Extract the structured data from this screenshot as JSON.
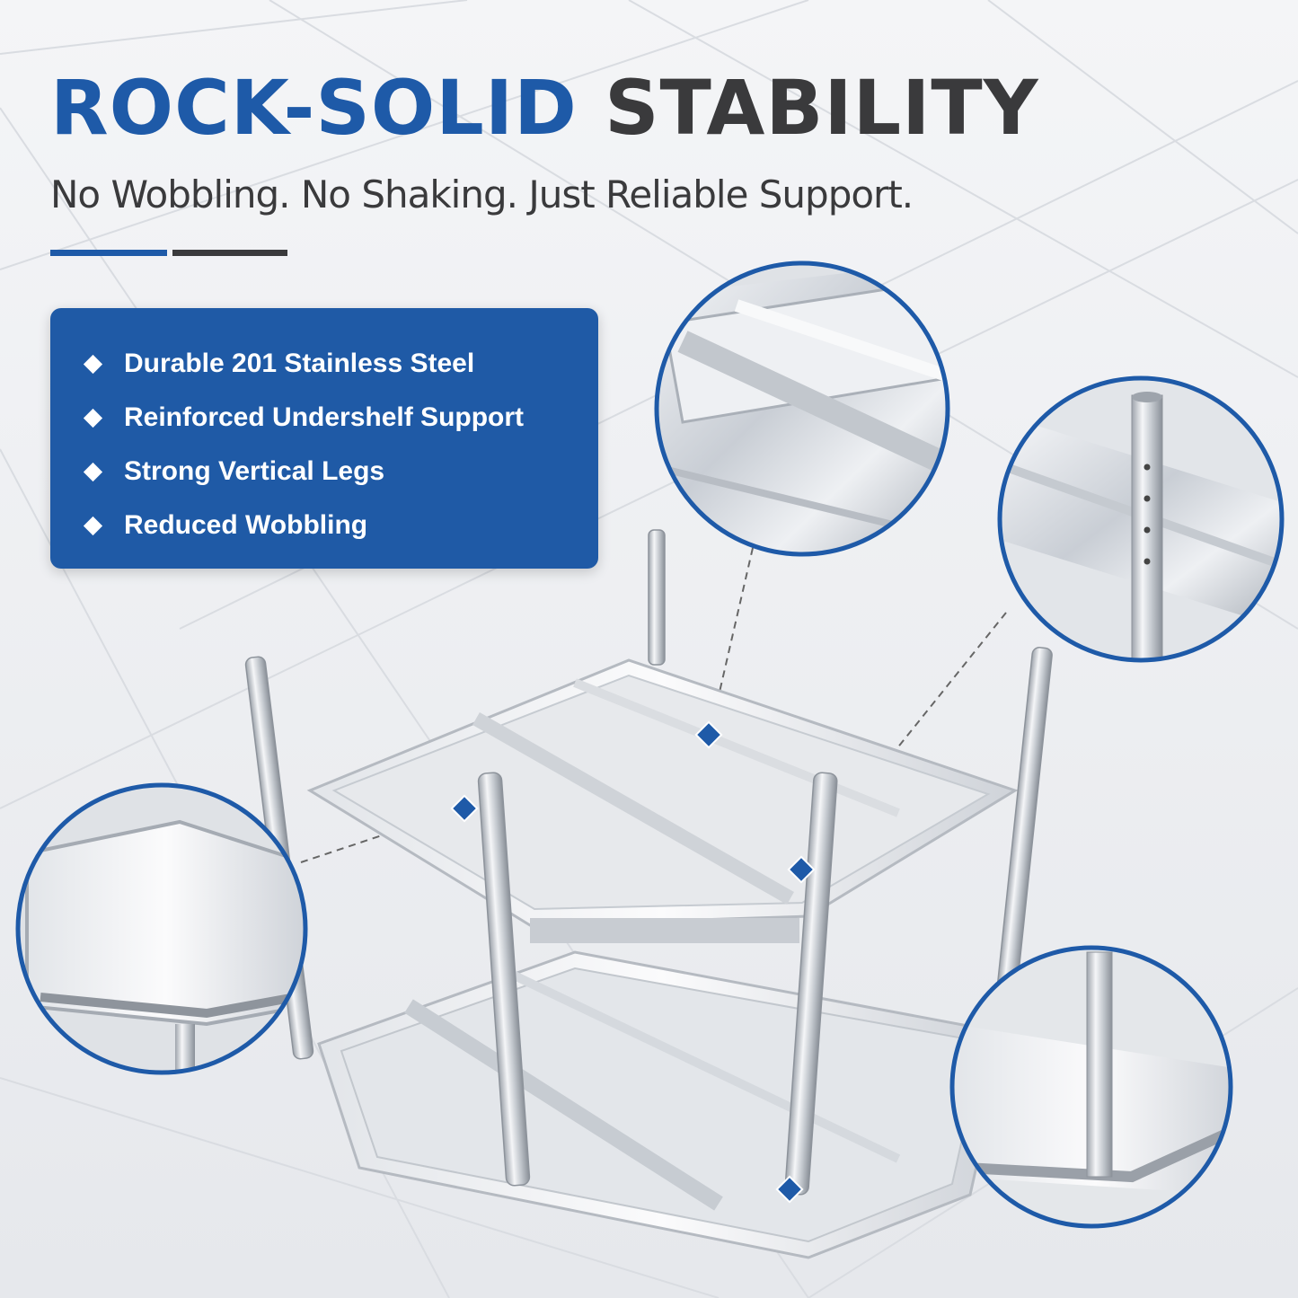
{
  "header": {
    "title_accent": "ROCK-SOLID",
    "title_main": "STABILITY",
    "subtitle": "No Wobbling. No Shaking. Just Reliable Support."
  },
  "features": [
    "Durable 201 Stainless Steel",
    "Reinforced Undershelf Support",
    "Strong Vertical Legs",
    "Reduced Wobbling"
  ],
  "colors": {
    "brand_blue": "#1e5aa8",
    "dark_gray": "#3a3a3c",
    "background": "#eef0f3",
    "feature_box": "#1f5aa6"
  },
  "icons": {
    "bullet": "diamond-icon",
    "callout_marker": "diamond-marker-icon"
  }
}
